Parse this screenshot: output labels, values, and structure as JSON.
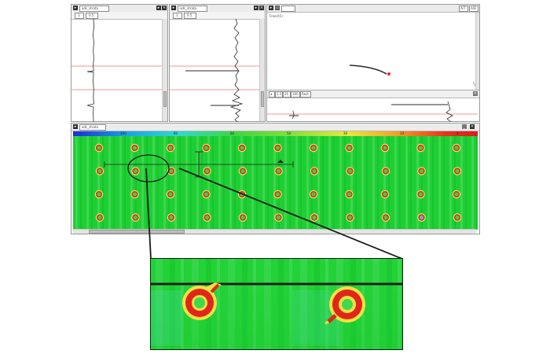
{
  "panels": {
    "trace1": {
      "name_label": "adc_strata",
      "pin_label": "1",
      "range_label": "0.5"
    },
    "trace2": {
      "name_label": "adc_strata",
      "pin_label": "1",
      "range_label": "0.5"
    },
    "xyplot": {
      "file_label": "Free(A5)",
      "btn_left": "A/T",
      "btn_right": "A/B",
      "mini_toolbar": [
        "◂",
        "1.5",
        "25",
        "100",
        "Rect"
      ]
    },
    "cscan": {
      "name_label": "adc_strata",
      "scale_values": [
        "100",
        "80",
        "60",
        "50",
        "30",
        "10",
        "0"
      ]
    }
  },
  "colors": {
    "background": "#20d234",
    "flaw_ring": "#e8321e",
    "flaw_core": "#f3f56a",
    "gate_line": "#f08a8a",
    "trace_line": "#2a2a2a"
  },
  "dot_grid": {
    "rows": 4,
    "cols": 11
  },
  "icons": [
    "play-icon",
    "close-icon",
    "window-icon",
    "minimize-icon"
  ]
}
